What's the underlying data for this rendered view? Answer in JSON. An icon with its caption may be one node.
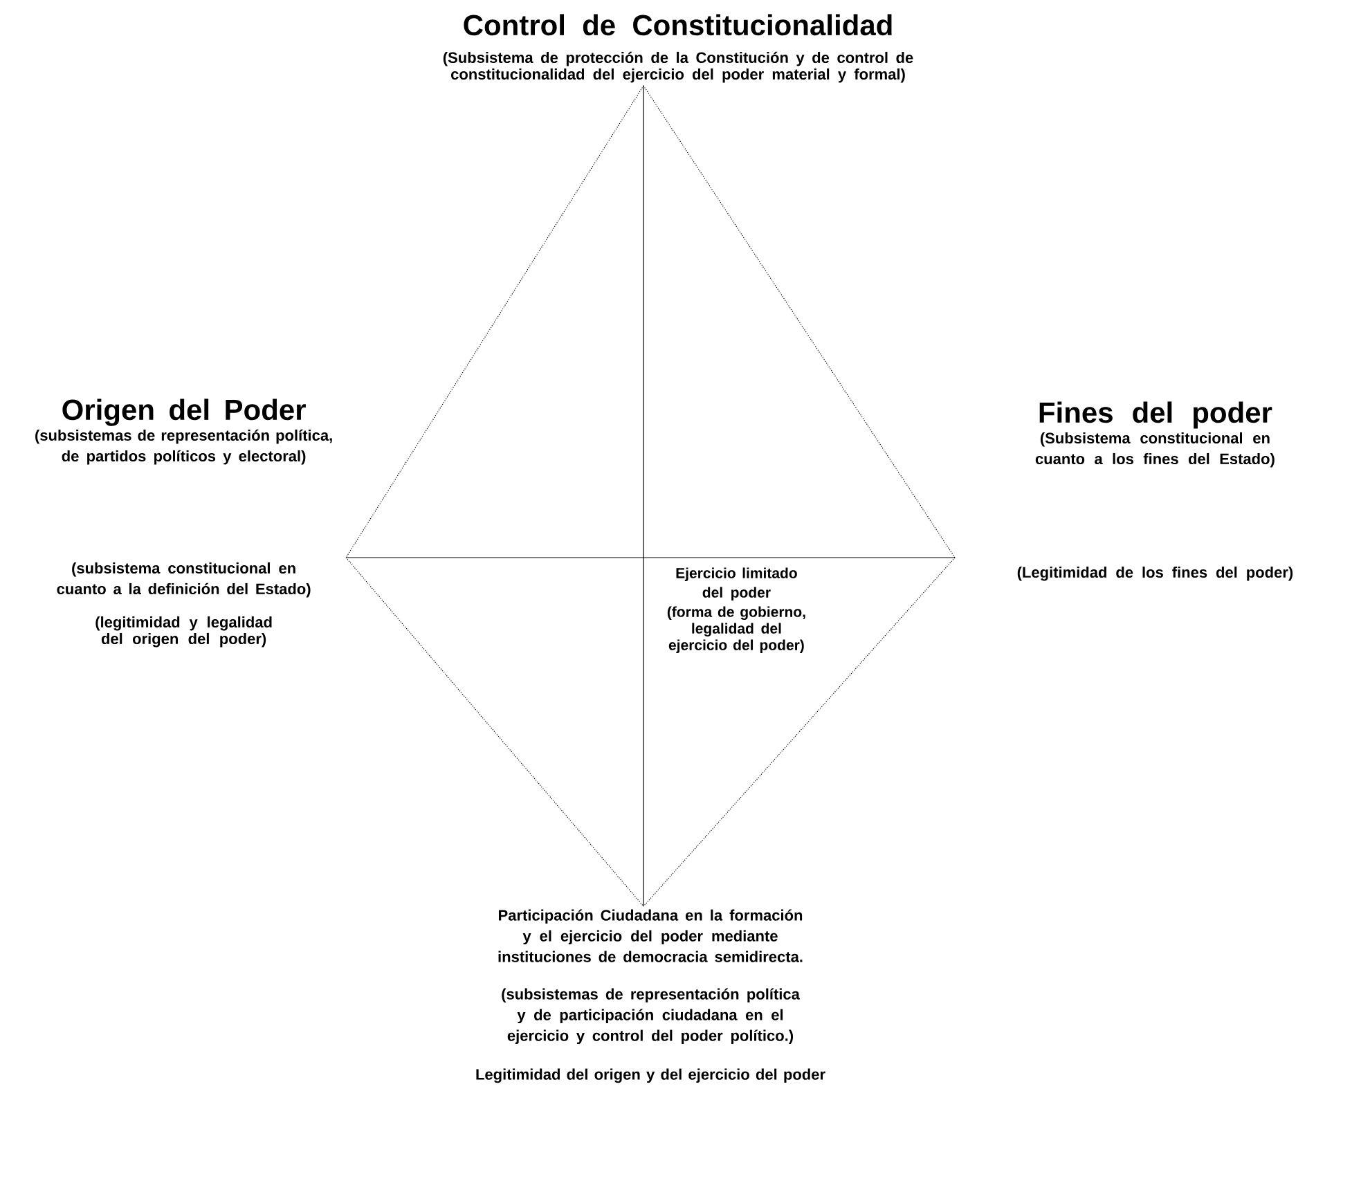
{
  "diagram": {
    "nodes": [
      {
        "text": [
          "Control de Constitucionalidad",
          "(Subsistema de protección de la Constitución y de control de constitucionalidad del ejercicio del poder material y formal)"
        ]
      },
      {
        "text": [
          "Origen del Poder",
          "(subsistemas de representación política, de partidos políticos y electoral)",
          "(subsistema constitucional en cuanto a la definición del Estado)",
          "(legitimidad y legalidad del origen del poder)"
        ]
      },
      {
        "text": [
          "Fines del poder",
          "(Subsistema constitucional en cuanto a los fines del Estado)",
          "(Legitimidad de los fines del poder)"
        ]
      },
      {
        "text": [
          "Participación Ciudadana en la formación y el ejercicio del poder mediante instituciones de democracia semidirecta.",
          "(subsistemas de representación política y de participación ciudadana en el ejercicio y control del poder político.)",
          "Legitimidad del origen y del ejercicio del poder"
        ]
      },
      {
        "text": [
          "Ejercicio limitado del poder",
          "(forma de gobierno, legalidad del ejercicio del poder)"
        ]
      }
    ],
    "edges": [
      {
        "from": 0,
        "to": 1,
        "arrow": "none",
        "style": "dashed"
      },
      {
        "from": 0,
        "to": 2,
        "arrow": "none",
        "style": "dashed"
      },
      {
        "from": 1,
        "to": 3,
        "arrow": "none",
        "style": "dashed"
      },
      {
        "from": 2,
        "to": 3,
        "arrow": "none",
        "style": "dashed"
      },
      {
        "from": 0,
        "to": 3,
        "arrow": "none"
      },
      {
        "from": 1,
        "to": 2,
        "arrow": "none"
      }
    ]
  }
}
